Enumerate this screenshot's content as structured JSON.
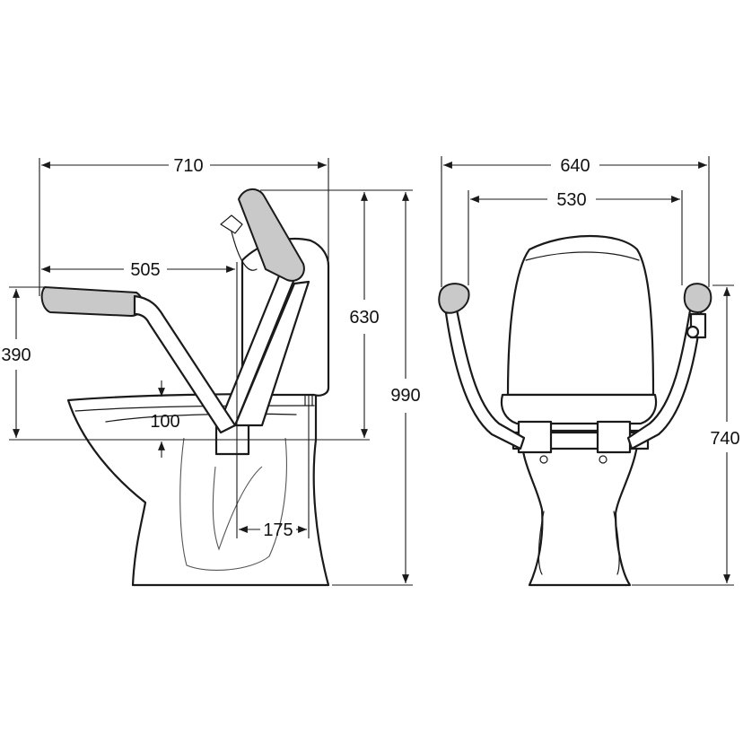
{
  "dimensions": {
    "overall_depth": "710",
    "armrest_reach": "505",
    "armrest_height": "390",
    "armrest_raise": "100",
    "pivot_offset": "175",
    "raised_height": "630",
    "total_height": "990",
    "overall_width": "640",
    "inner_width": "530",
    "seat_height": "740"
  },
  "colors": {
    "line": "#1a1a1a",
    "grip": "#c9c9c9"
  }
}
